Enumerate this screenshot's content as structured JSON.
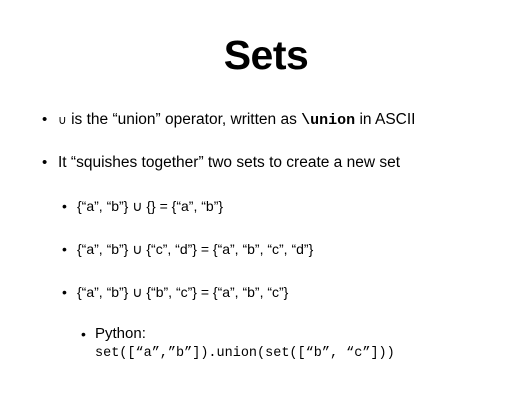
{
  "slide": {
    "title": "Sets",
    "bullets": {
      "b1_symbol": "∪",
      "b1_text_a": " is the “union” operator, written as ",
      "b1_code": "\\union",
      "b1_text_b": " in ASCII",
      "b2_text": "It “squishes together” two sets to create a new set",
      "ex1": "{“a”, “b”} ∪ {} = {“a”, “b”}",
      "ex2": "{“a”, “b”} ∪ {“c”, “d”} = {“a”, “b”, “c”, “d”}",
      "ex3": "{“a”, “b”} ∪ {“b”, “c”} = {“a”, “b”, “c”}",
      "python_label": "Python:",
      "python_code": "set([“a”,”b”]).union(set([“b”, “c”]))"
    }
  }
}
